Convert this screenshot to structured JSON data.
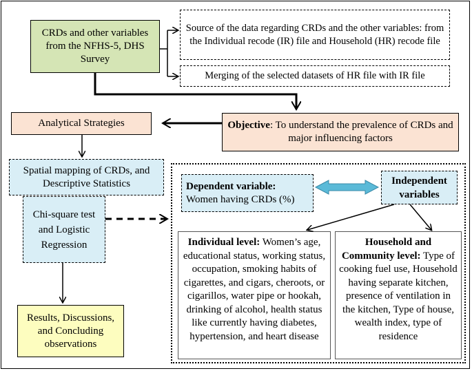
{
  "source_box": {
    "text": "CRDs and other variables from the NFHS-5, DHS Survey"
  },
  "source_desc": {
    "text": "Source of the data regarding CRDs and the other variables: from the Individual recode (IR) file and Household (HR) recode file"
  },
  "merge_box": {
    "text": "Merging of the selected datasets of HR file with IR file"
  },
  "analytical": {
    "text": "Analytical Strategies"
  },
  "objective": {
    "label": "Objective",
    "text": ": To understand the prevalence of CRDs and major influencing factors"
  },
  "spatial": {
    "text": "Spatial mapping of CRDs, and Descriptive Statistics"
  },
  "chi": {
    "text": "Chi-square test and Logistic Regression"
  },
  "results": {
    "text": "Results, Discussions, and Concluding observations"
  },
  "dependent": {
    "label": "Dependent variable:",
    "text": " Women having CRDs (%)"
  },
  "independent": {
    "text": "Independent variables"
  },
  "individual": {
    "label": "Individual level:",
    "text": " Women’s age, educational status, working status, occupation, smoking habits of cigarettes, and cigars, cheroots, or cigarillos, water pipe or hookah, drinking of alcohol, health status like currently having diabetes, hypertension, and heart disease"
  },
  "household": {
    "label": "Household and Community level:",
    "text": " Type of cooking fuel use, Household having separate kitchen, presence of ventilation in the kitchen, Type of house, wealth index, type of residence"
  },
  "colors": {
    "green": "#d5e5b5",
    "peach": "#fbe3d3",
    "blue": "#d9eef6",
    "yellow": "#fdfdbf",
    "double_arrow": "#5bbad8"
  }
}
